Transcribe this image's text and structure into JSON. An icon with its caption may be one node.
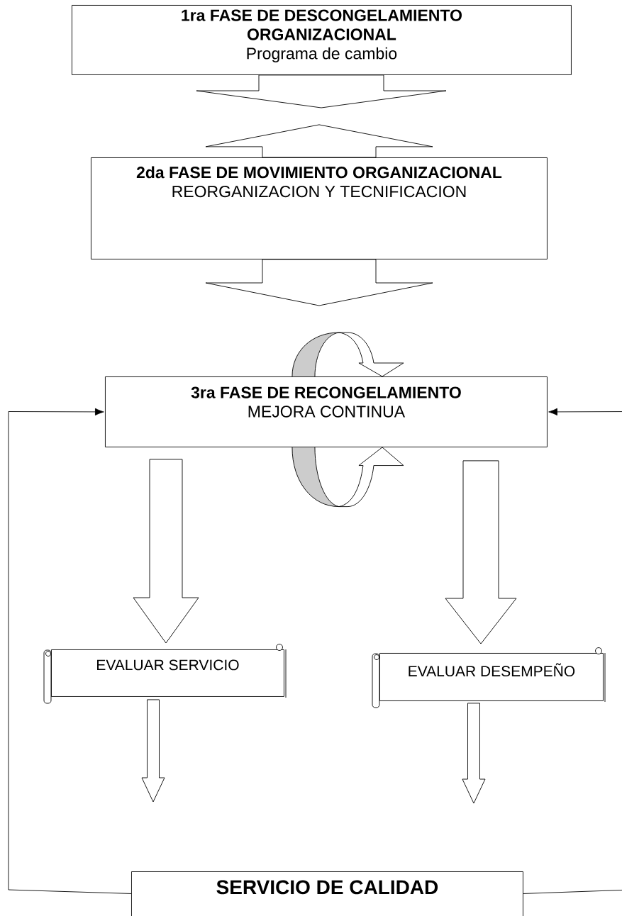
{
  "diagram": {
    "nodes": [
      {
        "text": [
          "1ra FASE DE DESCONGELAMIENTO ORGANIZACIONAL",
          "Programa de cambio"
        ]
      },
      {
        "text": [
          "2da FASE DE MOVIMIENTO ORGANIZACIONAL",
          "REORGANIZACION Y TECNIFICACION"
        ]
      },
      {
        "text": [
          "3ra FASE DE RECONGELAMIENTO",
          "MEJORA CONTINUA"
        ]
      },
      {
        "text": [
          "EVALUAR SERVICIO"
        ]
      },
      {
        "text": [
          "EVALUAR DESEMPEÑO"
        ]
      },
      {
        "text": [
          "SERVICIO DE CALIDAD"
        ]
      }
    ],
    "edges": [
      {
        "from": 0,
        "to": 1,
        "arrow": "to"
      },
      {
        "from": 1,
        "to": 0,
        "arrow": "to"
      },
      {
        "from": 1,
        "to": 2,
        "arrow": "to"
      },
      {
        "from": 2,
        "to": 2,
        "arrow": "to"
      },
      {
        "from": 2,
        "to": 2,
        "arrow": "to"
      },
      {
        "from": 2,
        "to": 3,
        "arrow": "to"
      },
      {
        "from": 2,
        "to": 4,
        "arrow": "to"
      },
      {
        "from": 3,
        "to": null,
        "arrow": "to"
      },
      {
        "from": 4,
        "to": null,
        "arrow": "to"
      },
      {
        "from": 5,
        "to": 2,
        "arrow": "to"
      },
      {
        "from": 5,
        "to": 2,
        "arrow": "to"
      }
    ]
  }
}
